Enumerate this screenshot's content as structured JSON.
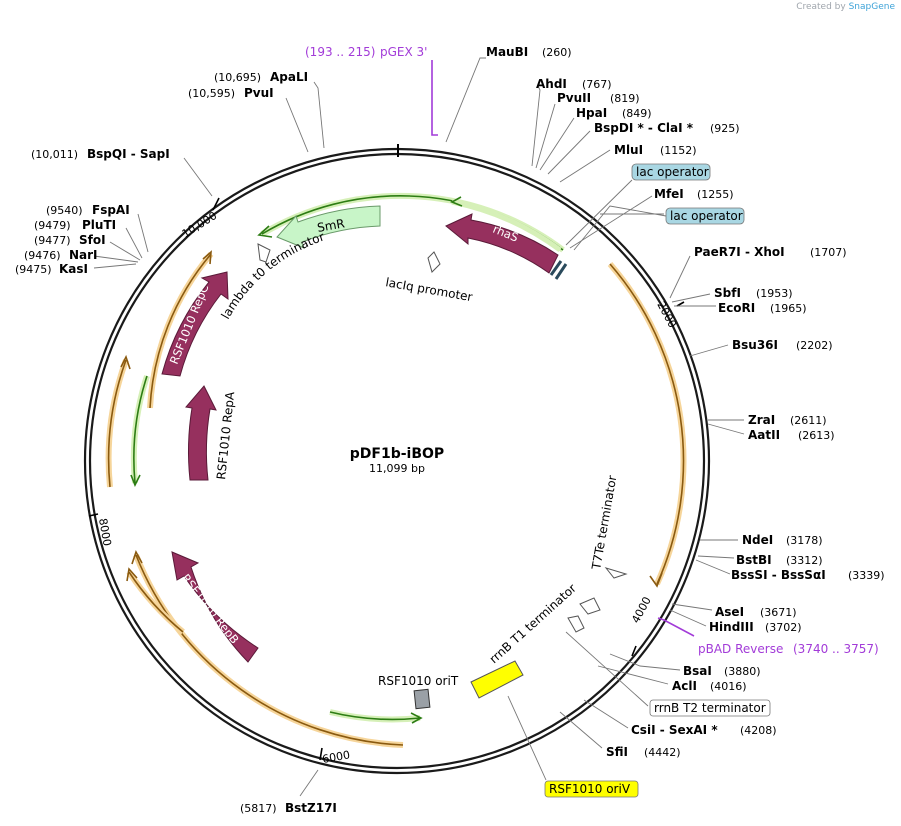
{
  "app": {
    "credit_prefix": "Created by",
    "credit_brand": "SnapGene"
  },
  "plasmid": {
    "name": "pDF1b-iBOP",
    "size_label": "11,099 bp",
    "length": 11099
  },
  "ticks": [
    "2000",
    "4000",
    "6000",
    "8000",
    "10,000"
  ],
  "primers": [
    {
      "range": "(193 .. 215)",
      "name": "pGEX 3'"
    },
    {
      "range": "(3740 .. 3757)",
      "name": "pBAD Reverse"
    }
  ],
  "sites": [
    {
      "name": "MauBI",
      "pos": "(260)"
    },
    {
      "name": "AhdI",
      "pos": "(767)"
    },
    {
      "name": "PvuII",
      "pos": "(819)"
    },
    {
      "name": "HpaI",
      "pos": "(849)"
    },
    {
      "name": "BspDI * - ClaI *",
      "pos": "(925)"
    },
    {
      "name": "MluI",
      "pos": "(1152)"
    },
    {
      "name": "MfeI",
      "pos": "(1255)"
    },
    {
      "name": "PaeR7I - XhoI",
      "pos": "(1707)"
    },
    {
      "name": "SbfI",
      "pos": "(1953)"
    },
    {
      "name": "EcoRI",
      "pos": "(1965)"
    },
    {
      "name": "Bsu36I",
      "pos": "(2202)"
    },
    {
      "name": "ZraI",
      "pos": "(2611)"
    },
    {
      "name": "AatII",
      "pos": "(2613)"
    },
    {
      "name": "NdeI",
      "pos": "(3178)"
    },
    {
      "name": "BstBI",
      "pos": "(3312)"
    },
    {
      "name": "BssSI - BssSαI",
      "pos": "(3339)"
    },
    {
      "name": "AseI",
      "pos": "(3671)"
    },
    {
      "name": "HindIII",
      "pos": "(3702)"
    },
    {
      "name": "BsaI",
      "pos": "(3880)"
    },
    {
      "name": "AclI",
      "pos": "(4016)"
    },
    {
      "name": "CsiI - SexAI *",
      "pos": "(4208)"
    },
    {
      "name": "SfiI",
      "pos": "(4442)"
    },
    {
      "name": "BstZ17I",
      "pos": "(5817)"
    },
    {
      "name": "ApaLI",
      "pos": "(10,695)"
    },
    {
      "name": "PvuI",
      "pos": "(10,595)"
    },
    {
      "name": "BspQI - SapI",
      "pos": "(10,011)"
    },
    {
      "name": "FspAI",
      "pos": "(9540)"
    },
    {
      "name": "PluTI",
      "pos": "(9479)"
    },
    {
      "name": "SfoI",
      "pos": "(9477)"
    },
    {
      "name": "NarI",
      "pos": "(9476)"
    },
    {
      "name": "KasI",
      "pos": "(9475)"
    }
  ],
  "features": {
    "lac_operator": "lac operator",
    "rrnB_T2": "rrnB T2 terminator",
    "RSF1010_oriV": "RSF1010 oriV",
    "rhaS": "rhaS",
    "SmR": "SmR",
    "RepC": "RSF1010 RepC",
    "RepA": "RSF1010 RepA",
    "RepB": "RSF1010 RepB",
    "lambda_t0": "lambda t0 terminator",
    "lacIq": "lacIq promoter",
    "T7Te": "T7Te terminator",
    "rrnB_T1": "rrnB T1 terminator",
    "oriT": "RSF1010 oriT"
  },
  "colors": {
    "cds": "#96305e",
    "smr": "#c8f5c8",
    "orf_orange": "#e0a030",
    "orf_green": "#2f9a2f",
    "primer": "#a23bd8",
    "lac_operator": "#a9d7e3",
    "oriV": "#ffff00",
    "oriT": "#9aa0a6"
  }
}
